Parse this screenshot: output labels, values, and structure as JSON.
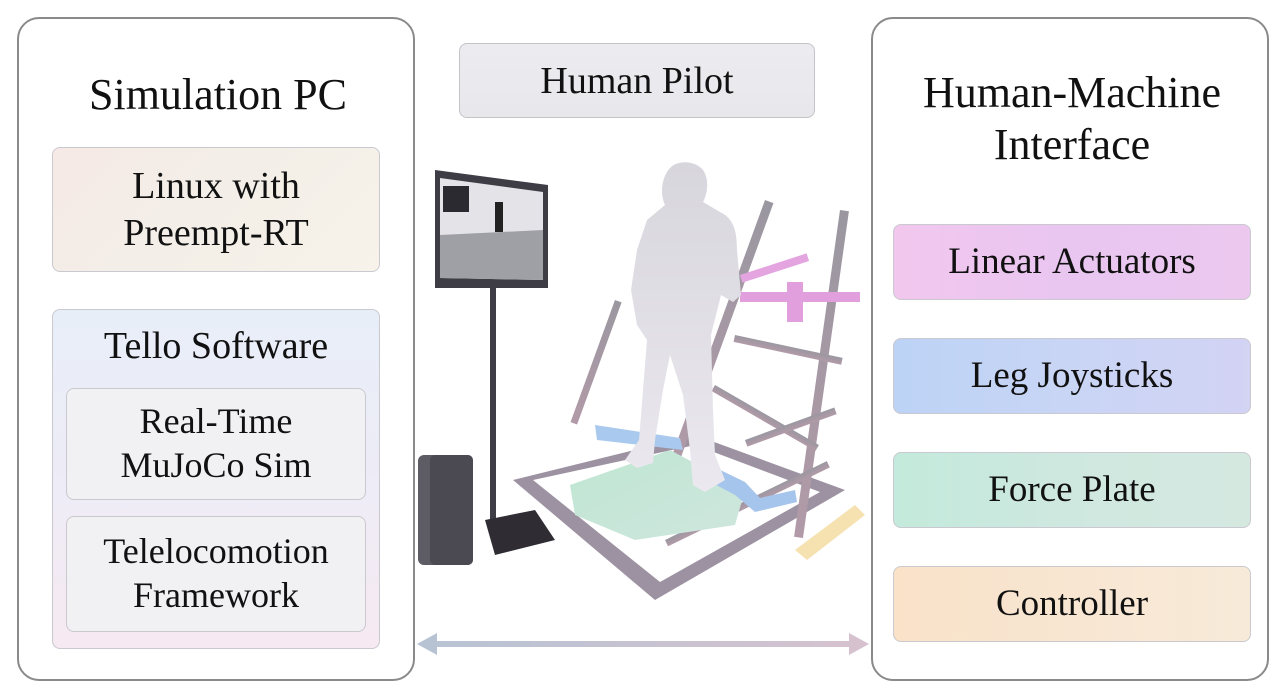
{
  "simulation_pc": {
    "title": "Simulation PC",
    "os_box": "Linux with\nPreempt-RT",
    "software_group": {
      "title": "Tello Software",
      "items": [
        "Real-Time\nMuJoCo Sim",
        "Telelocomotion\nFramework"
      ]
    }
  },
  "human_pilot": {
    "label": "Human Pilot"
  },
  "hmi": {
    "title": "Human-Machine\nInterface",
    "components": [
      "Linear Actuators",
      "Leg Joysticks",
      "Force Plate",
      "Controller"
    ]
  },
  "colors": {
    "linear_actuators": "#f2c7ee",
    "leg_joysticks": "#bcd3f5",
    "force_plate": "#c3eadc",
    "controller": "#f9e2c8",
    "frame": "#8c8891"
  },
  "icons": [
    "monitor-icon",
    "human-silhouette-icon",
    "exoskeleton-frame-icon",
    "double-arrow-icon"
  ]
}
